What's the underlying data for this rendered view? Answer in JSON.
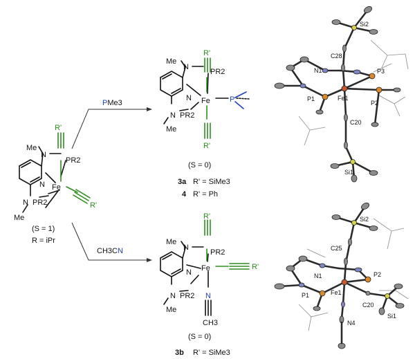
{
  "arrows": {
    "top_reagent_prefix": "",
    "top_reagent_P": "P",
    "top_reagent_suffix": "Me3",
    "bottom_reagent_prefix": "CH3C",
    "bottom_reagent_N": "N"
  },
  "start": {
    "me": "Me",
    "n_top": "N",
    "pr2_top": "PR2",
    "fe": "Fe",
    "n_ring": "N",
    "n_bottom": "N",
    "pr2_bottom": "PR2",
    "me_bottom": "Me",
    "r_top": "R'",
    "r_right": "R'",
    "spin": "(S = 1)",
    "r_def": "R = iPr"
  },
  "top_product": {
    "r_top": "R'",
    "me": "Me",
    "n_top": "N",
    "pr2_top": "PR2",
    "fe": "Fe",
    "p": "P",
    "n_ring": "N",
    "n_bottom": "N",
    "pr2_bottom": "PR2",
    "me_bottom": "Me",
    "r_bottom": "R'",
    "spin": "(S = 0)",
    "label_3a": "3a",
    "def_3a": "R' = SiMe3",
    "label_4": "4",
    "def_4": "R' = Ph"
  },
  "bottom_product": {
    "r_top": "R'",
    "me": "Me",
    "n_top": "N",
    "pr2_top": "PR2",
    "fe": "Fe",
    "r_right": "R'",
    "n_ring": "N",
    "n_bottom": "N",
    "pr2_bottom": "PR2",
    "me_bottom": "Me",
    "n_nitrile": "N",
    "ch3": "CH3",
    "spin": "(S = 0)",
    "label_3b": "3b",
    "def_3b": "R' = SiMe3"
  },
  "crystal_top": {
    "si2": "Si2",
    "c28": "C28",
    "n1": "N1",
    "p3": "P3",
    "p1": "P1",
    "fe1": "Fe1",
    "p2": "P2",
    "c20": "C20",
    "si1": "Si1"
  },
  "crystal_bottom": {
    "si2": "Si2",
    "c25": "C25",
    "n1": "N1",
    "p2": "P2",
    "p1": "P1",
    "fe1": "Fe1",
    "c20": "C20",
    "n4": "N4",
    "si1": "Si1"
  }
}
